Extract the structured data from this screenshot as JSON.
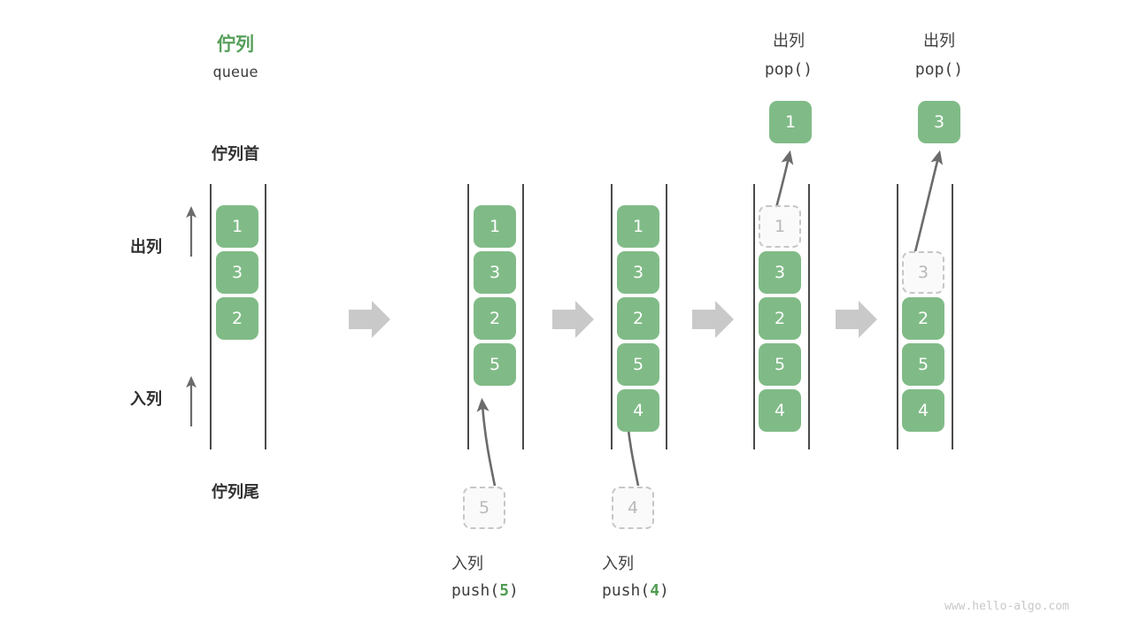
{
  "diagram": {
    "title_cn": "佇列",
    "title_en": "queue",
    "head_label": "佇列首",
    "tail_label": "佇列尾",
    "dequeue_label": "出列",
    "enqueue_label": "入列",
    "watermark": "www.hello-algo.com",
    "colors": {
      "accent_green": "#80bb87",
      "title_green": "#58a05c",
      "ghost_fill": "#fafafa",
      "ghost_border": "#c6c6c6",
      "rail": "#4a4a4a",
      "arrow": "#6b6b6b",
      "transition_arrow": "#c9c9c9",
      "text": "#3c3c3c"
    },
    "stages": [
      {
        "name": "initial",
        "cells": [
          {
            "value": "1",
            "state": "solid"
          },
          {
            "value": "3",
            "state": "solid"
          },
          {
            "value": "2",
            "state": "solid"
          }
        ]
      },
      {
        "name": "after-push-5",
        "cells": [
          {
            "value": "1",
            "state": "solid"
          },
          {
            "value": "3",
            "state": "solid"
          },
          {
            "value": "2",
            "state": "solid"
          },
          {
            "value": "5",
            "state": "solid"
          }
        ],
        "incoming": {
          "value": "5",
          "state": "ghost"
        },
        "caption_cn": "入列",
        "caption_fn": "push(",
        "caption_arg": "5",
        "caption_end": ")"
      },
      {
        "name": "after-push-4",
        "cells": [
          {
            "value": "1",
            "state": "solid"
          },
          {
            "value": "3",
            "state": "solid"
          },
          {
            "value": "2",
            "state": "solid"
          },
          {
            "value": "5",
            "state": "solid"
          },
          {
            "value": "4",
            "state": "solid"
          }
        ],
        "incoming": {
          "value": "4",
          "state": "ghost"
        },
        "caption_cn": "入列",
        "caption_fn": "push(",
        "caption_arg": "4",
        "caption_end": ")"
      },
      {
        "name": "after-pop-1",
        "cells": [
          {
            "value": "1",
            "state": "ghost"
          },
          {
            "value": "3",
            "state": "solid"
          },
          {
            "value": "2",
            "state": "solid"
          },
          {
            "value": "5",
            "state": "solid"
          },
          {
            "value": "4",
            "state": "solid"
          }
        ],
        "popped": {
          "value": "1",
          "state": "solid"
        },
        "caption_cn": "出列",
        "caption_fn": "pop()"
      },
      {
        "name": "after-pop-3",
        "cells": [
          {
            "value": "",
            "state": "empty"
          },
          {
            "value": "3",
            "state": "ghost"
          },
          {
            "value": "2",
            "state": "solid"
          },
          {
            "value": "5",
            "state": "solid"
          },
          {
            "value": "4",
            "state": "solid"
          }
        ],
        "popped": {
          "value": "3",
          "state": "solid"
        },
        "caption_cn": "出列",
        "caption_fn": "pop()"
      }
    ]
  },
  "chart_data": {
    "type": "diagram",
    "title": "佇列 queue",
    "description": "Queue operations: push(5), push(4), pop(), pop()",
    "frames": [
      {
        "label": "initial",
        "contents": [
          "1",
          "3",
          "2"
        ]
      },
      {
        "label": "push(5)",
        "contents": [
          "1",
          "3",
          "2",
          "5"
        ]
      },
      {
        "label": "push(4)",
        "contents": [
          "1",
          "3",
          "2",
          "5",
          "4"
        ]
      },
      {
        "label": "pop()",
        "contents": [
          "3",
          "2",
          "5",
          "4"
        ],
        "removed": "1"
      },
      {
        "label": "pop()",
        "contents": [
          "2",
          "5",
          "4"
        ],
        "removed": "3"
      }
    ]
  }
}
